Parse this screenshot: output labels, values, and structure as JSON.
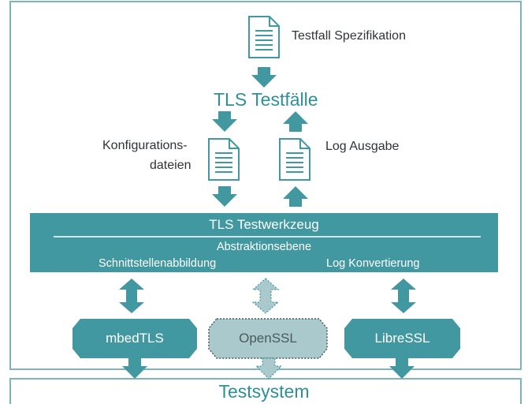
{
  "colors": {
    "teal": "#4298a0",
    "teal_light": "#a9c9cc",
    "frame": "#7fb4b9",
    "text_dark": "#2f3338",
    "text_teal": "#2f8f97"
  },
  "spec_label": "Testfall Spezifikation",
  "testcases_title": "TLS Testfälle",
  "config_label_line1": "Konfigurations-",
  "config_label_line2": "dateien",
  "log_output_label": "Log Ausgabe",
  "tool": {
    "title": "TLS Testwerkzeug",
    "abstraction_label": "Abstraktionsebene",
    "interface_mapping_label": "Schnittstellenabbildung",
    "log_conversion_label": "Log Konvertierung"
  },
  "libraries": [
    {
      "label": "mbedTLS",
      "style": "solid"
    },
    {
      "label": "OpenSSL",
      "style": "dotted"
    },
    {
      "label": "LibreSSL",
      "style": "solid"
    }
  ],
  "system_title": "Testsystem",
  "icons": [
    "document-icon",
    "arrow-down-icon",
    "arrow-up-icon",
    "double-arrow-icon"
  ]
}
